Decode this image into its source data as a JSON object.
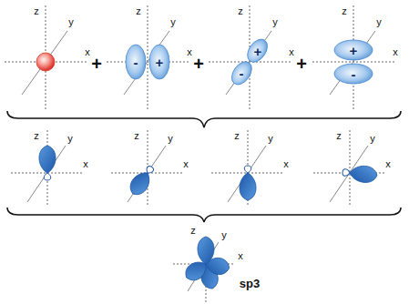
{
  "diagram": {
    "labels": [
      "z",
      "y",
      "x",
      "+",
      "z",
      "y",
      "x",
      "-",
      "+",
      "+",
      "z",
      "y",
      "x",
      "+",
      "-",
      "+",
      "z",
      "y",
      "x",
      "+",
      "-",
      "z",
      "y",
      "x",
      "z",
      "y",
      "x",
      "z",
      "y",
      "x",
      "z",
      "y",
      "x",
      "z",
      "y",
      "x",
      "sp3"
    ]
  }
}
